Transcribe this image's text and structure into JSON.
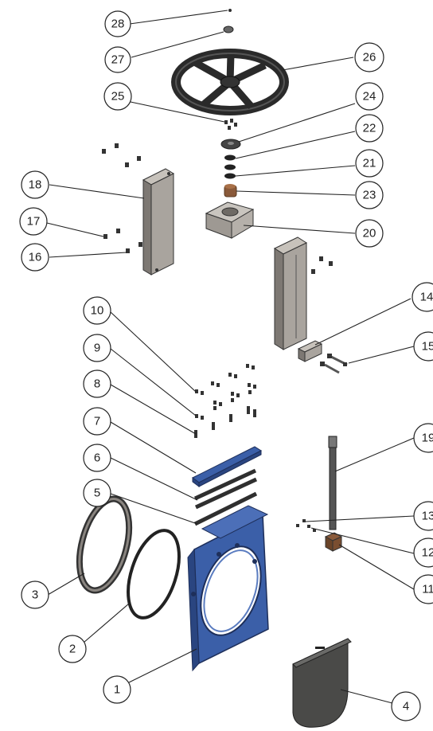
{
  "diagram": {
    "type": "exploded-assembly",
    "colors": {
      "body_blue": "#3b5fa8",
      "dark_part": "#2f2f2f",
      "grey_part": "#8a8580",
      "gate_grey": "#4a4a48",
      "nut_brown": "#8a5a3a",
      "line": "#222222"
    },
    "callouts": [
      {
        "id": "c1",
        "label": "1"
      },
      {
        "id": "c2",
        "label": "2"
      },
      {
        "id": "c3",
        "label": "3"
      },
      {
        "id": "c4",
        "label": "4"
      },
      {
        "id": "c5",
        "label": "5"
      },
      {
        "id": "c6",
        "label": "6"
      },
      {
        "id": "c7",
        "label": "7"
      },
      {
        "id": "c8",
        "label": "8"
      },
      {
        "id": "c9",
        "label": "9"
      },
      {
        "id": "c10",
        "label": "10"
      },
      {
        "id": "c11",
        "label": "11"
      },
      {
        "id": "c12",
        "label": "12"
      },
      {
        "id": "c13",
        "label": "13"
      },
      {
        "id": "c14",
        "label": "14"
      },
      {
        "id": "c15",
        "label": "15"
      },
      {
        "id": "c16",
        "label": "16"
      },
      {
        "id": "c17",
        "label": "17"
      },
      {
        "id": "c18",
        "label": "18"
      },
      {
        "id": "c19",
        "label": "19"
      },
      {
        "id": "c20",
        "label": "20"
      },
      {
        "id": "c21",
        "label": "21"
      },
      {
        "id": "c22",
        "label": "22"
      },
      {
        "id": "c23",
        "label": "23"
      },
      {
        "id": "c24",
        "label": "24"
      },
      {
        "id": "c25",
        "label": "25"
      },
      {
        "id": "c26",
        "label": "26"
      },
      {
        "id": "c27",
        "label": "27"
      },
      {
        "id": "c28",
        "label": "28"
      }
    ]
  }
}
